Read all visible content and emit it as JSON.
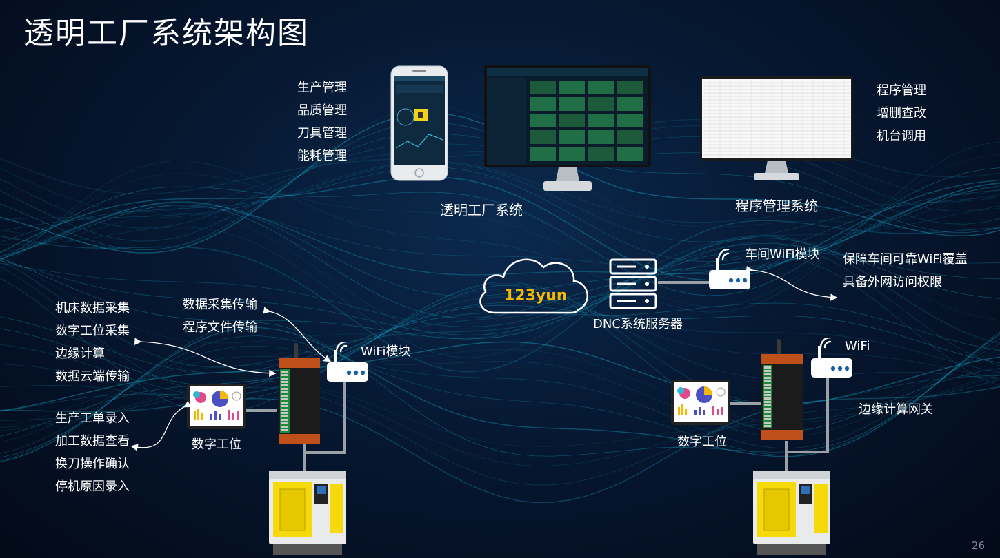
{
  "title": "透明工厂系统架构图",
  "page_number": "26",
  "transparent_factory": {
    "features": [
      "生产管理",
      "品质管理",
      "刀具管理",
      "能耗管理"
    ],
    "caption": "透明工厂系统"
  },
  "program_mgmt": {
    "features": [
      "程序管理",
      "增删查改",
      "机台调用"
    ],
    "caption": "程序管理系统"
  },
  "cloud": {
    "label": "123yun"
  },
  "dnc_server": {
    "caption": "DNC系统服务器"
  },
  "workshop_wifi": {
    "caption": "车间WiFi模块",
    "notes": [
      "保障车间可靠WiFi覆盖",
      "具备外网访问权限"
    ]
  },
  "left_station": {
    "gateway_functions": [
      "机床数据采集",
      "数字工位采集",
      "边缘计算",
      "数据云端传输"
    ],
    "wifi_functions": [
      "数据采集传输",
      "程序文件传输"
    ],
    "wifi_caption": "WiFi模块",
    "terminal_functions": [
      "生产工单录入",
      "加工数据查看",
      "换刀操作确认",
      "停机原因录入"
    ],
    "terminal_caption": "数字工位"
  },
  "right_station": {
    "wifi_caption": "WiFi",
    "gateway_caption": "边缘计算网关",
    "terminal_caption": "数字工位"
  },
  "colors": {
    "background": "#061832",
    "wave": "#19c6e6",
    "cloud_text": "#f5b800",
    "connector": "#9aa0a6",
    "machine_yellow": "#f5d90a"
  }
}
